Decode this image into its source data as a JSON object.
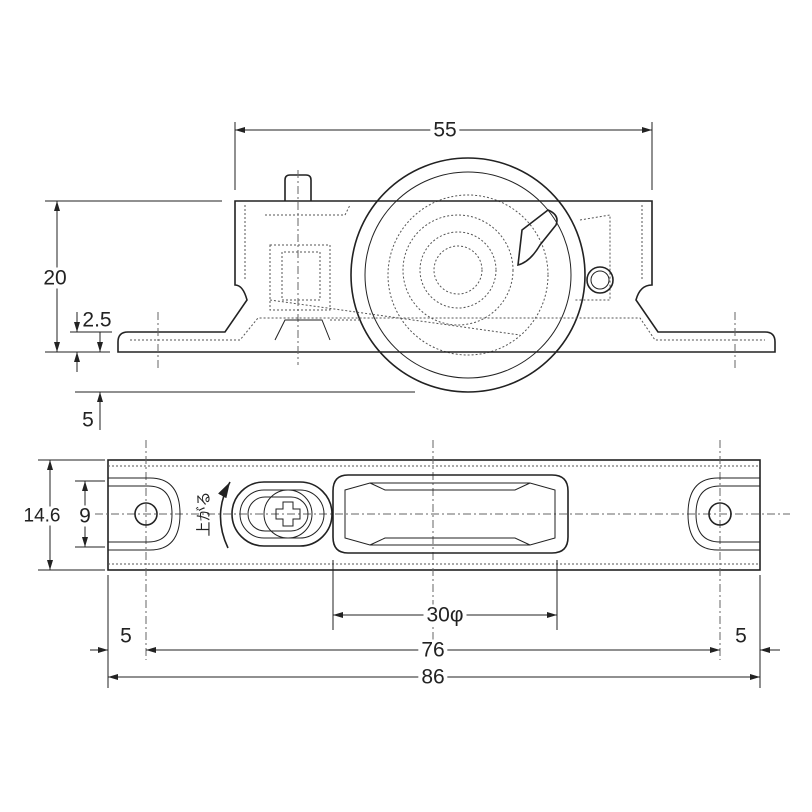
{
  "dimensions": {
    "top_width": "55",
    "height": "20",
    "flange_thickness": "2.5",
    "wheel_protrusion": "5",
    "base_width": "14.6",
    "slot_width": "9",
    "wheel_diameter": "30φ",
    "left_margin": "5",
    "hole_pitch": "76",
    "right_margin": "5",
    "overall_length": "86"
  },
  "annotations": {
    "adjust_direction": "上がる"
  }
}
